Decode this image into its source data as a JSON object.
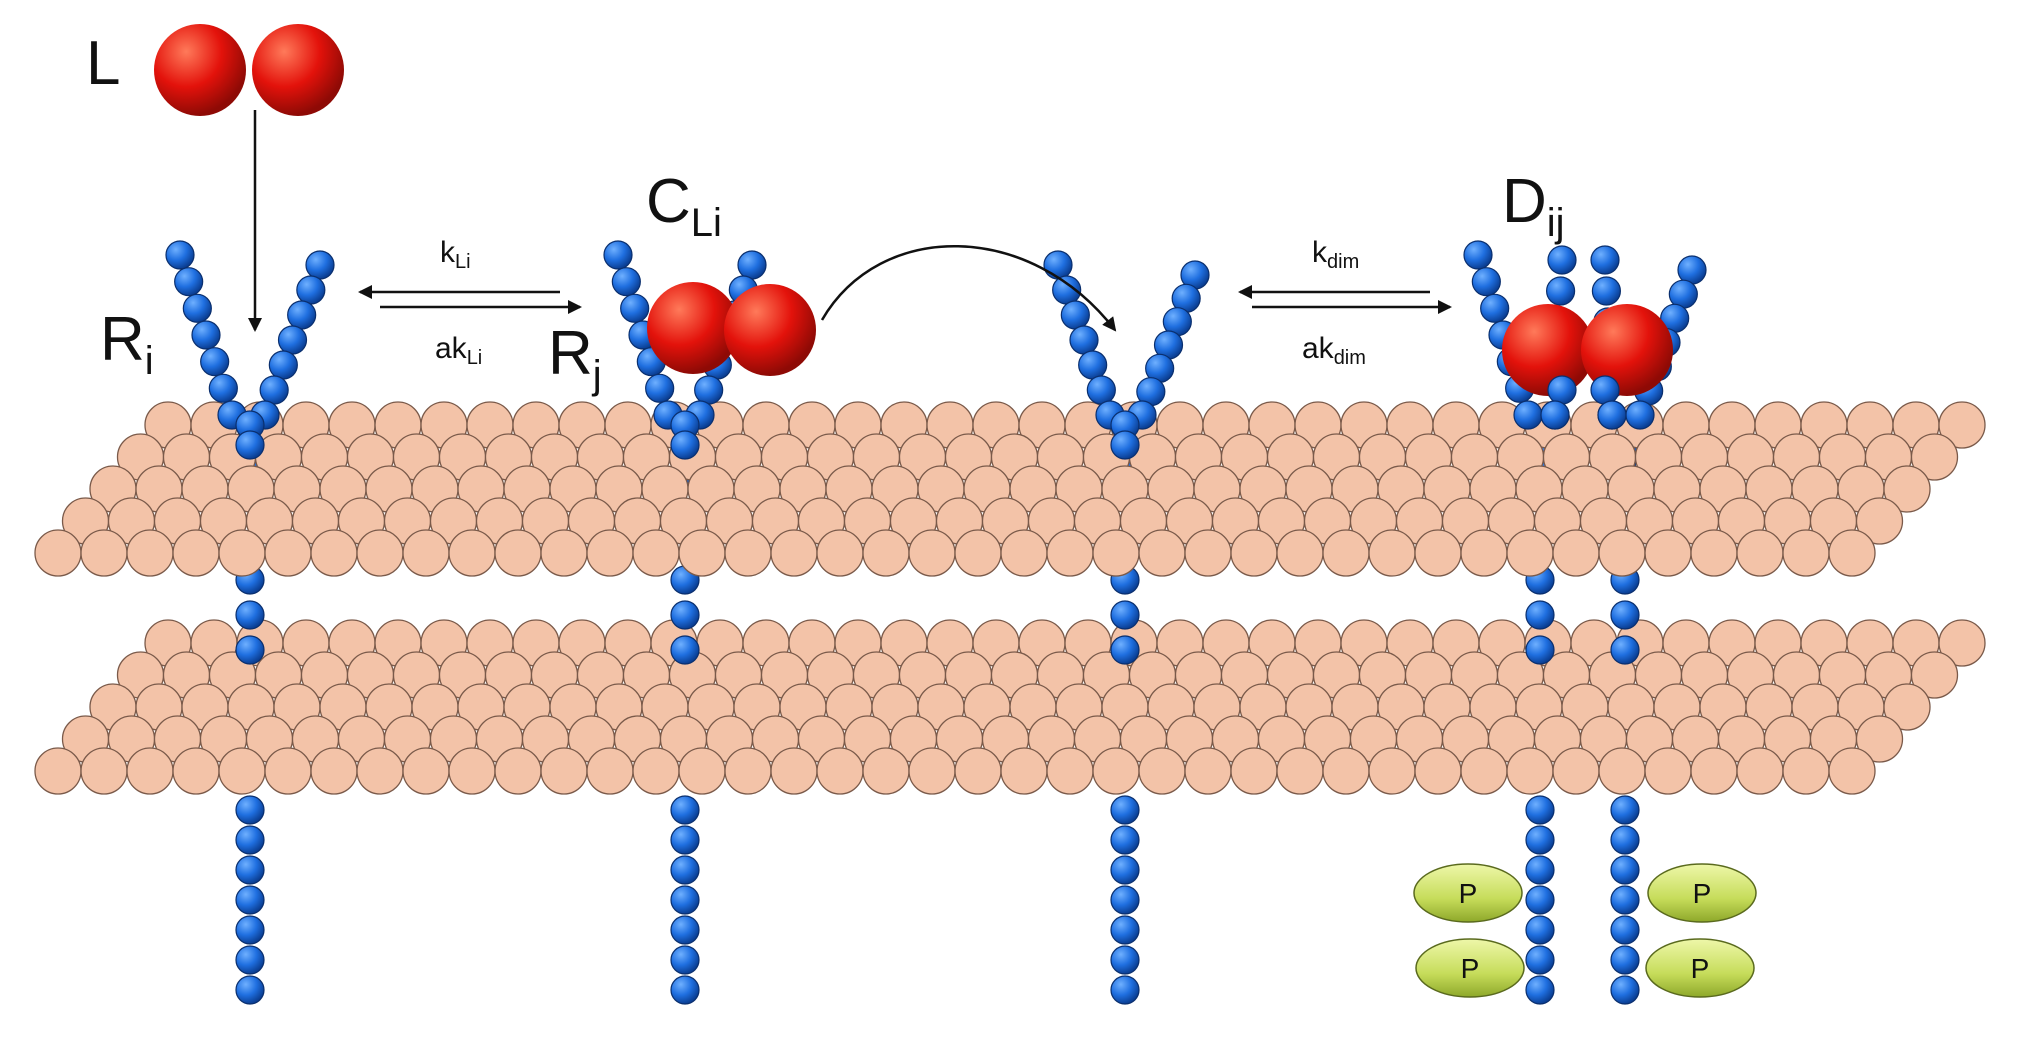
{
  "labels": {
    "ligand": "L",
    "receptor_i": {
      "main": "R",
      "sub": "i"
    },
    "receptor_j": {
      "main": "R",
      "sub": "j"
    },
    "complex": {
      "main": "C",
      "sub": "Li"
    },
    "dimer": {
      "main": "D",
      "sub": "ij"
    }
  },
  "rates": {
    "forward_binding": {
      "main": "k",
      "sub": "Li"
    },
    "reverse_binding": {
      "main": "ak",
      "sub": "Li"
    },
    "forward_dimer": {
      "main": "k",
      "sub": "dim"
    },
    "reverse_dimer": {
      "main": "ak",
      "sub": "dim"
    }
  },
  "phospho_label": "P",
  "colors": {
    "lipid_fill": "#f3c3a8",
    "lipid_stroke": "#7a5a4a",
    "receptor_bead": "#1f6fe0",
    "ligand": "#e3120b",
    "phospho_fill": "#c6dc5a",
    "arrow": "#111111"
  }
}
